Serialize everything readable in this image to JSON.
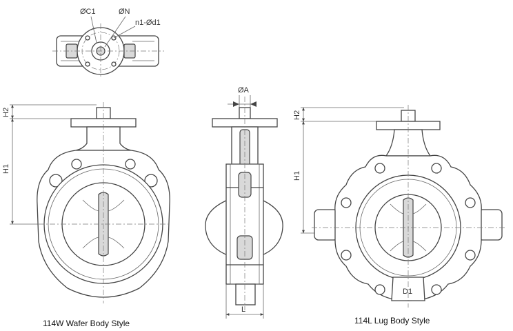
{
  "top_view": {
    "labels": {
      "c1": "ØC1",
      "n": "ØN",
      "holes": "n1-Ød1"
    }
  },
  "wafer": {
    "labels": {
      "h2": "H2",
      "h1": "H1"
    },
    "caption": "114W Wafer Body Style"
  },
  "side": {
    "labels": {
      "a": "ØA",
      "l": "L"
    }
  },
  "lug": {
    "labels": {
      "h2": "H2",
      "h1": "H1",
      "d1": "D1"
    },
    "caption": "114L Lug Body Style"
  }
}
